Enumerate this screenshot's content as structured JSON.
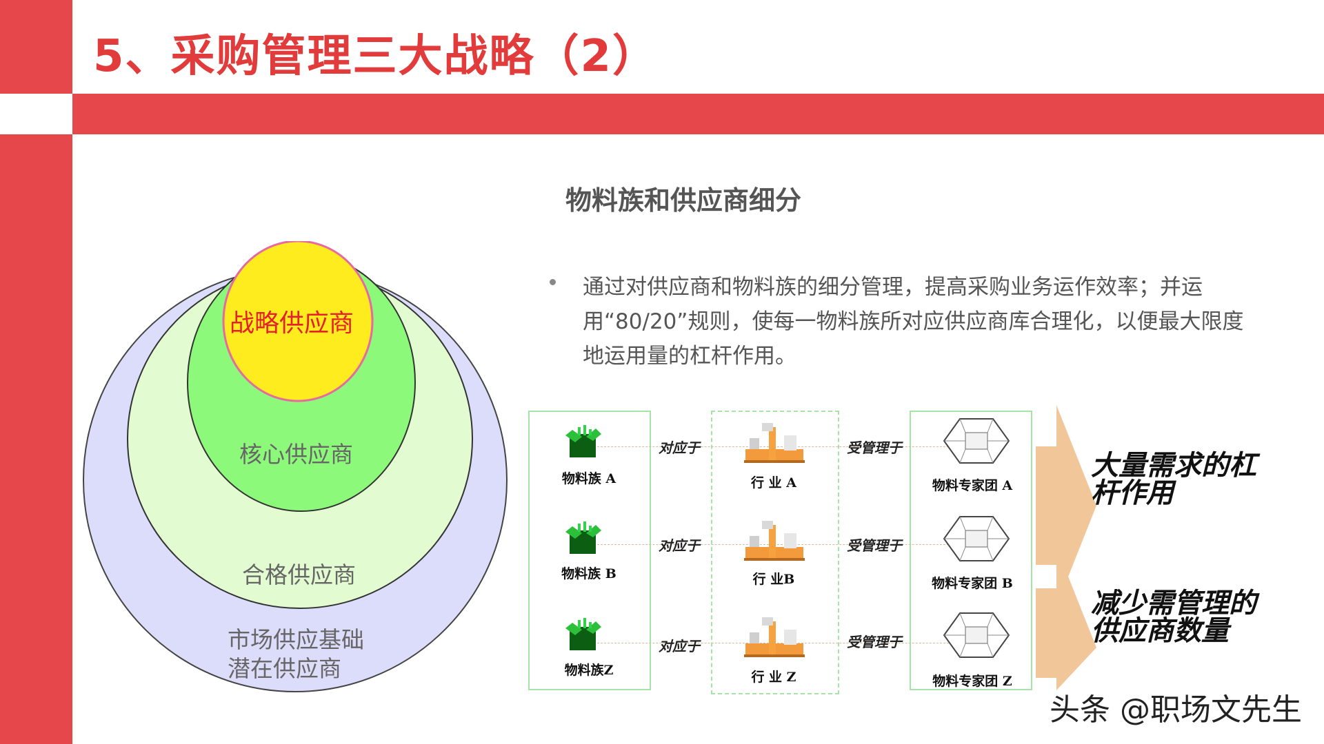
{
  "header": {
    "title": "5、采购管理三大战略（2）"
  },
  "section": {
    "subtitle": "物料族和供应商细分",
    "bullet": "通过对供应商和物料族的细分管理，提高采购业务运作效率；并运用“80/20”规则，使每一物料族所对应供应商库合理化，以便最大限度地运用量的杠杆作用。"
  },
  "circles": {
    "strategic": "战略供应商",
    "core": "核心供应商",
    "qualified": "合格供应商",
    "market_line1": "市场供应基础",
    "market_line2": "潜在供应商"
  },
  "diagram": {
    "rows": [
      {
        "family": "物料族 A",
        "relation1": "对应于",
        "industry": "行 业 A",
        "relation2": "受管理于",
        "team": "物料专家团 A"
      },
      {
        "family": "物料族 B",
        "relation1": "对应于",
        "industry": "行 业B",
        "relation2": "受管理于",
        "team": "物料专家团 B"
      },
      {
        "family": "物料族Z",
        "relation1": "对应于",
        "industry": "行 业 Z",
        "relation2": "受管理于",
        "team": "物料专家团 Z"
      }
    ],
    "arrow_top": "大量需求的杠杆作用",
    "arrow_bottom": "减少需管理的供应商数量"
  },
  "watermark": "头条 @职场文先生",
  "colors": {
    "accent_red": "#e5474a",
    "strategic_fill": "#ffec1f",
    "core_fill": "#8cf97a",
    "qualified_fill": "#e2fbd0",
    "market_fill": "#dcdcfb",
    "arrow_fill": "#f1c79a"
  }
}
